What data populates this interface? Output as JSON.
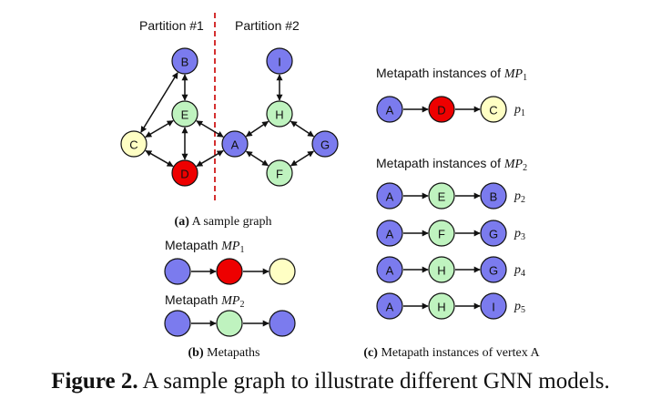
{
  "colors": {
    "blue": "#7b7bee",
    "green": "#bff3bf",
    "red": "#ee0000",
    "yellow": "#ffffc4",
    "divider": "#d43030",
    "stroke": "#111111"
  },
  "graph": {
    "partition1_label": "Partition #1",
    "partition2_label": "Partition #2",
    "nodes": [
      {
        "id": "B",
        "color": "blue"
      },
      {
        "id": "E",
        "color": "green"
      },
      {
        "id": "C",
        "color": "yellow"
      },
      {
        "id": "D",
        "color": "red"
      },
      {
        "id": "A",
        "color": "blue"
      },
      {
        "id": "I",
        "color": "blue"
      },
      {
        "id": "H",
        "color": "green"
      },
      {
        "id": "F",
        "color": "green"
      },
      {
        "id": "G",
        "color": "blue"
      }
    ],
    "edges": [
      [
        "B",
        "E"
      ],
      [
        "C",
        "B"
      ],
      [
        "C",
        "E"
      ],
      [
        "C",
        "D"
      ],
      [
        "E",
        "D"
      ],
      [
        "E",
        "A"
      ],
      [
        "D",
        "A"
      ],
      [
        "I",
        "H"
      ],
      [
        "A",
        "H"
      ],
      [
        "A",
        "F"
      ],
      [
        "H",
        "G"
      ],
      [
        "F",
        "G"
      ]
    ],
    "caption_letter": "(a)",
    "caption_text": "A sample graph"
  },
  "metapaths": {
    "mp1_prefix": "Metapath",
    "mp1_symbol": "MP",
    "mp1_sub": "1",
    "mp1_colors": [
      "blue",
      "red",
      "yellow"
    ],
    "mp2_prefix": "Metapath",
    "mp2_symbol": "MP",
    "mp2_sub": "2",
    "mp2_colors": [
      "blue",
      "green",
      "blue"
    ],
    "caption_letter": "(b)",
    "caption_text": "Metapaths"
  },
  "instances": {
    "mp1_heading": "Metapath instances of",
    "mp1_symbol": "MP",
    "mp1_sub": "1",
    "mp2_heading": "Metapath instances of",
    "mp2_symbol": "MP",
    "mp2_sub": "2",
    "rows": [
      {
        "nodes": [
          {
            "id": "A",
            "color": "blue"
          },
          {
            "id": "D",
            "color": "red"
          },
          {
            "id": "C",
            "color": "yellow"
          }
        ],
        "p": "p",
        "sub": "1"
      },
      {
        "nodes": [
          {
            "id": "A",
            "color": "blue"
          },
          {
            "id": "E",
            "color": "green"
          },
          {
            "id": "B",
            "color": "blue"
          }
        ],
        "p": "p",
        "sub": "2"
      },
      {
        "nodes": [
          {
            "id": "A",
            "color": "blue"
          },
          {
            "id": "F",
            "color": "green"
          },
          {
            "id": "G",
            "color": "blue"
          }
        ],
        "p": "p",
        "sub": "3"
      },
      {
        "nodes": [
          {
            "id": "A",
            "color": "blue"
          },
          {
            "id": "H",
            "color": "green"
          },
          {
            "id": "G",
            "color": "blue"
          }
        ],
        "p": "p",
        "sub": "4"
      },
      {
        "nodes": [
          {
            "id": "A",
            "color": "blue"
          },
          {
            "id": "H",
            "color": "green"
          },
          {
            "id": "I",
            "color": "blue"
          }
        ],
        "p": "p",
        "sub": "5"
      }
    ],
    "caption_letter": "(c)",
    "caption_text": "Metapath instances of vertex A"
  },
  "caption": {
    "label": "Figure 2.",
    "text": "A sample graph to illustrate different GNN models."
  }
}
